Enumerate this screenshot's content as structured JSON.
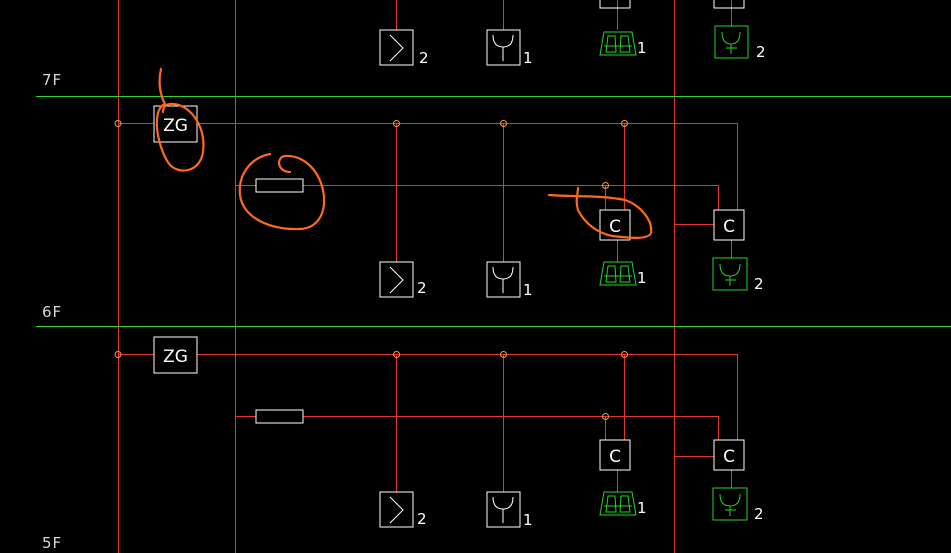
{
  "floors": [
    {
      "id": "7f",
      "label": "7F"
    },
    {
      "id": "6f",
      "label": "6F"
    },
    {
      "id": "5f",
      "label": "5F"
    }
  ],
  "device_labels": {
    "zg": "ZG",
    "c": "C"
  },
  "device_counts": {
    "switch_count": "2",
    "fork_count": "1",
    "pair_count": "1",
    "outlet_count": "2"
  },
  "colors": {
    "background": "#000000",
    "wire": "#e13a2d",
    "floor_line": "#2fd02f",
    "device_white": "#ffffff",
    "device_green": "#22d722",
    "junction": "#ff9a3c",
    "markup": "#ff6a1a",
    "label": "#d8d8d8"
  },
  "icons": [
    "zg-box",
    "fuse-box",
    "s-switch-icon",
    "y-fork-icon",
    "c-box",
    "green-pair-icon",
    "green-outlet-icon"
  ]
}
